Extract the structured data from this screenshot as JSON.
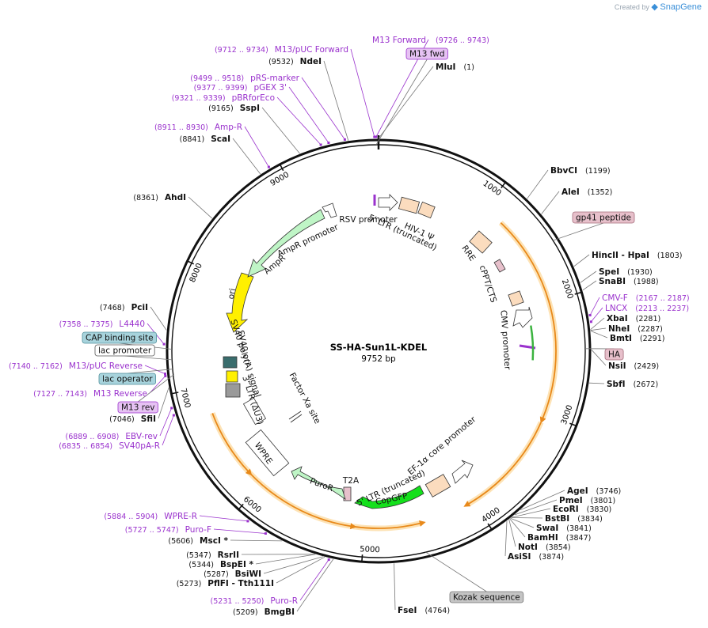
{
  "credit": {
    "text": "Created by",
    "brand": "SnapGene"
  },
  "plasmid": {
    "name": "SS-HA-Sun1L-KDEL",
    "length_label": "9752 bp",
    "length": 9752
  },
  "ticks": [
    "1000",
    "2000",
    "3000",
    "4000",
    "5000",
    "6000",
    "7000",
    "8000",
    "9000"
  ],
  "enzymes": [
    {
      "name": "MluI",
      "pos": "(1)",
      "site": 1
    },
    {
      "name": "BbvCI",
      "pos": "(1199)",
      "site": 1199
    },
    {
      "name": "AleI",
      "pos": "(1352)",
      "site": 1352
    },
    {
      "name": "HincII - HpaI",
      "pos": "(1803)",
      "site": 1803
    },
    {
      "name": "SpeI",
      "pos": "(1930)",
      "site": 1930
    },
    {
      "name": "SnaBI",
      "pos": "(1988)",
      "site": 1988
    },
    {
      "name": "XbaI",
      "pos": "(2281)",
      "site": 2281
    },
    {
      "name": "NheI",
      "pos": "(2287)",
      "site": 2287
    },
    {
      "name": "BmtI",
      "pos": "(2291)",
      "site": 2291
    },
    {
      "name": "NsiI",
      "pos": "(2429)",
      "site": 2429
    },
    {
      "name": "SbfI",
      "pos": "(2672)",
      "site": 2672
    },
    {
      "name": "AgeI",
      "pos": "(3746)",
      "site": 3746
    },
    {
      "name": "PmeI",
      "pos": "(3801)",
      "site": 3801
    },
    {
      "name": "EcoRI",
      "pos": "(3830)",
      "site": 3830
    },
    {
      "name": "BstBI",
      "pos": "(3834)",
      "site": 3834
    },
    {
      "name": "SwaI",
      "pos": "(3841)",
      "site": 3841
    },
    {
      "name": "BamHI",
      "pos": "(3847)",
      "site": 3847
    },
    {
      "name": "NotI",
      "pos": "(3854)",
      "site": 3854
    },
    {
      "name": "AsiSI",
      "pos": "(3874)",
      "site": 3874
    },
    {
      "name": "FseI",
      "pos": "(4764)",
      "site": 4764
    },
    {
      "name": "BmgBI",
      "pos": "(5209)",
      "site": 5209
    },
    {
      "name": "PflFI - Tth111I",
      "pos": "(5273)",
      "site": 5273
    },
    {
      "name": "BsiWI",
      "pos": "(5287)",
      "site": 5287
    },
    {
      "name": "BspEI *",
      "pos": "(5344)",
      "site": 5344
    },
    {
      "name": "RsrII",
      "pos": "(5347)",
      "site": 5347
    },
    {
      "name": "MscI *",
      "pos": "(5606)",
      "site": 5606
    },
    {
      "name": "SfiI",
      "pos": "(7046)",
      "site": 7046
    },
    {
      "name": "PciI",
      "pos": "(7468)",
      "site": 7468
    },
    {
      "name": "AhdI",
      "pos": "(8361)",
      "site": 8361
    },
    {
      "name": "ScaI",
      "pos": "(8841)",
      "site": 8841
    },
    {
      "name": "SspI",
      "pos": "(9165)",
      "site": 9165
    },
    {
      "name": "NdeI",
      "pos": "(9532)",
      "site": 9532
    }
  ],
  "primers": [
    {
      "name": "M13 Forward",
      "range": "(9726 .. 9743)",
      "site": 9735
    },
    {
      "name": "M13/pUC Forward",
      "range": "(9712 .. 9734)",
      "site": 9723
    },
    {
      "name": "pRS-marker",
      "range": "(9499 .. 9518)",
      "site": 9508
    },
    {
      "name": "pGEX 3'",
      "range": "(9377 .. 9399)",
      "site": 9388
    },
    {
      "name": "pBRforEco",
      "range": "(9321 .. 9339)",
      "site": 9330
    },
    {
      "name": "Amp-R",
      "range": "(8911 .. 8930)",
      "site": 8920
    },
    {
      "name": "CMV-F",
      "range": "(2167 .. 2187)",
      "site": 2177
    },
    {
      "name": "LNCX",
      "range": "(2213 .. 2237)",
      "site": 2225
    },
    {
      "name": "L4440",
      "range": "(7358 .. 7375)",
      "site": 7366
    },
    {
      "name": "M13/pUC Reverse",
      "range": "(7140 .. 7162)",
      "site": 7151
    },
    {
      "name": "M13 Reverse",
      "range": "(7127 .. 7143)",
      "site": 7135
    },
    {
      "name": "EBV-rev",
      "range": "(6889 .. 6908)",
      "site": 6898
    },
    {
      "name": "SV40pA-R",
      "range": "(6835 .. 6854)",
      "site": 6844
    },
    {
      "name": "WPRE-R",
      "range": "(5884 .. 5904)",
      "site": 5894
    },
    {
      "name": "Puro-F",
      "range": "(5727 .. 5747)",
      "site": 5737
    },
    {
      "name": "Puro-R",
      "range": "(5231 .. 5250)",
      "site": 5240
    }
  ],
  "boxed_labels": [
    {
      "text": "M13 fwd",
      "style": "primer",
      "site": 9735
    },
    {
      "text": "gp41 peptide",
      "style": "pink",
      "site": 1560
    },
    {
      "text": "HA",
      "style": "pink",
      "site": 2420
    },
    {
      "text": "CAP binding site",
      "style": "blue",
      "site": 7330
    },
    {
      "text": "lac promoter",
      "style": "white",
      "site": 7250
    },
    {
      "text": "lac operator",
      "style": "blue",
      "site": 7180
    },
    {
      "text": "M13 rev",
      "style": "primer",
      "site": 7135
    },
    {
      "text": "Kozak sequence",
      "style": "gray",
      "site": 4520
    }
  ],
  "feature_labels": [
    "RSV promoter",
    "HIV-1 Ψ",
    "5' LTR (truncated)",
    "RRE",
    "cPPT/CTS",
    "CMV promoter",
    "EF-1α core promoter",
    "5' LTR (truncated)",
    "CopGFP",
    "T2A",
    "PuroR",
    "WPRE",
    "3' LTR (ΔU3)",
    "Factor Xa site",
    "SV40 poly(A) signal",
    "SV40 ori",
    "ori",
    "AmpR",
    "AmpR promoter"
  ],
  "orfs": [
    {
      "from": 1180,
      "to": 3050
    },
    {
      "from": 3080,
      "to": 4060
    },
    {
      "from": 4500,
      "to": 5100
    },
    {
      "from": 5110,
      "to": 6380
    },
    {
      "from": 6150,
      "to": 6760
    }
  ],
  "colors": {
    "orf_arrow": "#e8891a",
    "orf_glow": "#fde3b6",
    "primer": "#9a32cd",
    "primer_box": "#e6c2f3",
    "pink_box": "#e7c0cb",
    "blue_box": "#a7d3dc",
    "gray_box": "#c4c4c4",
    "feature_peach": "#fbdcbe",
    "feature_green": "#bff5c6",
    "feature_bright_green": "#14e01c",
    "feature_yellow": "#fff000",
    "feature_gray": "#9a9a9a"
  }
}
